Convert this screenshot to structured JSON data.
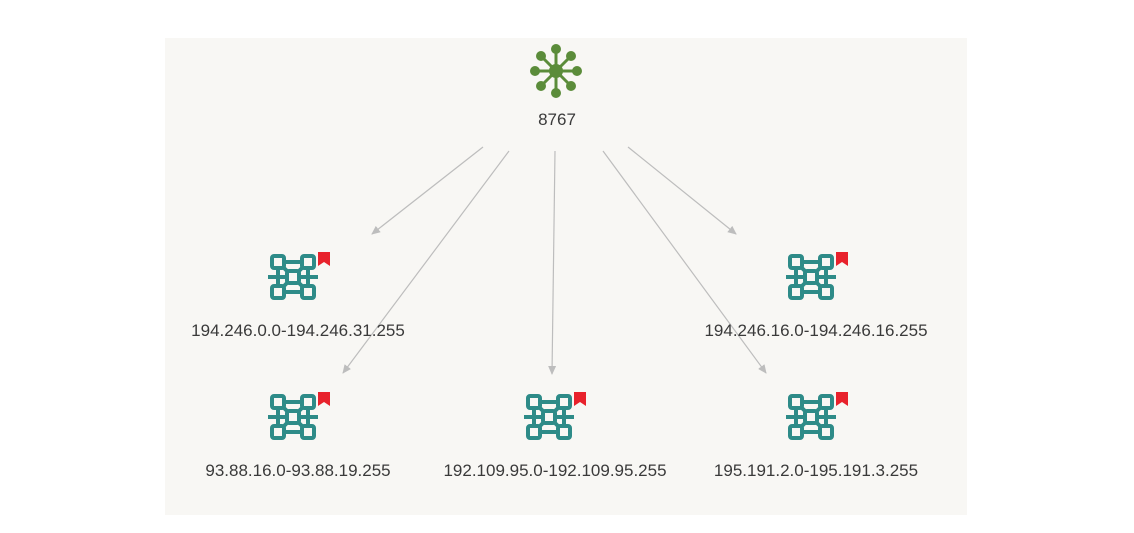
{
  "colors": {
    "background": "#f8f7f4",
    "edge": "#bdbdbd",
    "asn_icon": "#5b8c3a",
    "netblock_icon": "#2e8b88",
    "flag": "#e8222c",
    "label": "#3a3a3a"
  },
  "root": {
    "label": "8767",
    "icon": "hub-network-icon"
  },
  "netblocks": [
    {
      "id": "nb1",
      "label": "194.246.0.0-194.246.31.255",
      "icon": "netblock-icon",
      "flagged": true
    },
    {
      "id": "nb2",
      "label": "194.246.16.0-194.246.16.255",
      "icon": "netblock-icon",
      "flagged": true
    },
    {
      "id": "nb3",
      "label": "93.88.16.0-93.88.19.255",
      "icon": "netblock-icon",
      "flagged": true
    },
    {
      "id": "nb4",
      "label": "192.109.95.0-192.109.95.255",
      "icon": "netblock-icon",
      "flagged": true
    },
    {
      "id": "nb5",
      "label": "195.191.2.0-195.191.3.255",
      "icon": "netblock-icon",
      "flagged": true
    }
  ]
}
